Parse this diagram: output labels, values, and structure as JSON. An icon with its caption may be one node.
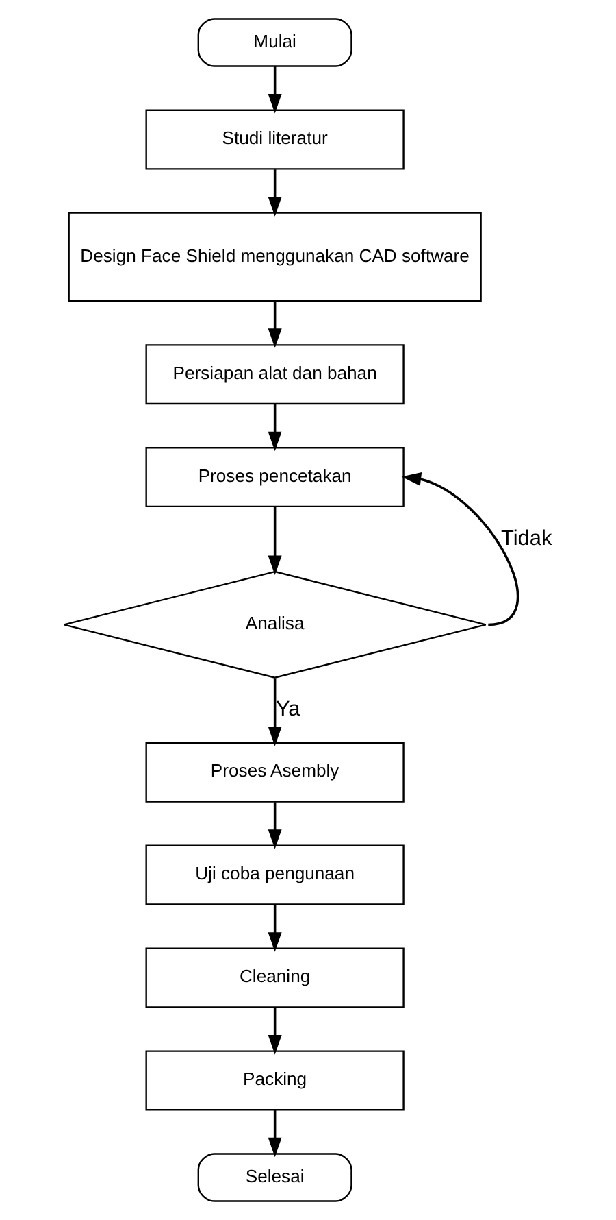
{
  "diagram": {
    "nodes": [
      {
        "text": [
          "Mulai"
        ]
      },
      {
        "text": [
          "Studi literatur"
        ]
      },
      {
        "text": [
          "Design Face Shield menggunakan CAD software"
        ]
      },
      {
        "text": [
          "Persiapan alat dan bahan"
        ]
      },
      {
        "text": [
          "Proses pencetakan"
        ]
      },
      {
        "text": [
          "Analisa"
        ]
      },
      {
        "text": [
          "Proses Asembly"
        ]
      },
      {
        "text": [
          "Uji coba pengunaan"
        ]
      },
      {
        "text": [
          "Cleaning"
        ]
      },
      {
        "text": [
          "Packing"
        ]
      },
      {
        "text": [
          "Selesai"
        ]
      }
    ],
    "edges": [
      {
        "from": 0,
        "to": 1,
        "arrow": "to"
      },
      {
        "from": 1,
        "to": 2,
        "arrow": "to"
      },
      {
        "from": 2,
        "to": 3,
        "arrow": "to"
      },
      {
        "from": 3,
        "to": 4,
        "arrow": "to"
      },
      {
        "from": 4,
        "to": 5,
        "arrow": "to"
      },
      {
        "from": 5,
        "to": 4,
        "arrow": "to",
        "label": "Tidak"
      },
      {
        "from": 5,
        "to": 6,
        "arrow": "to",
        "label": "Ya"
      },
      {
        "from": 6,
        "to": 7,
        "arrow": "to"
      },
      {
        "from": 7,
        "to": 8,
        "arrow": "to"
      },
      {
        "from": 8,
        "to": 9,
        "arrow": "to"
      },
      {
        "from": 9,
        "to": 10,
        "arrow": "to"
      }
    ]
  }
}
